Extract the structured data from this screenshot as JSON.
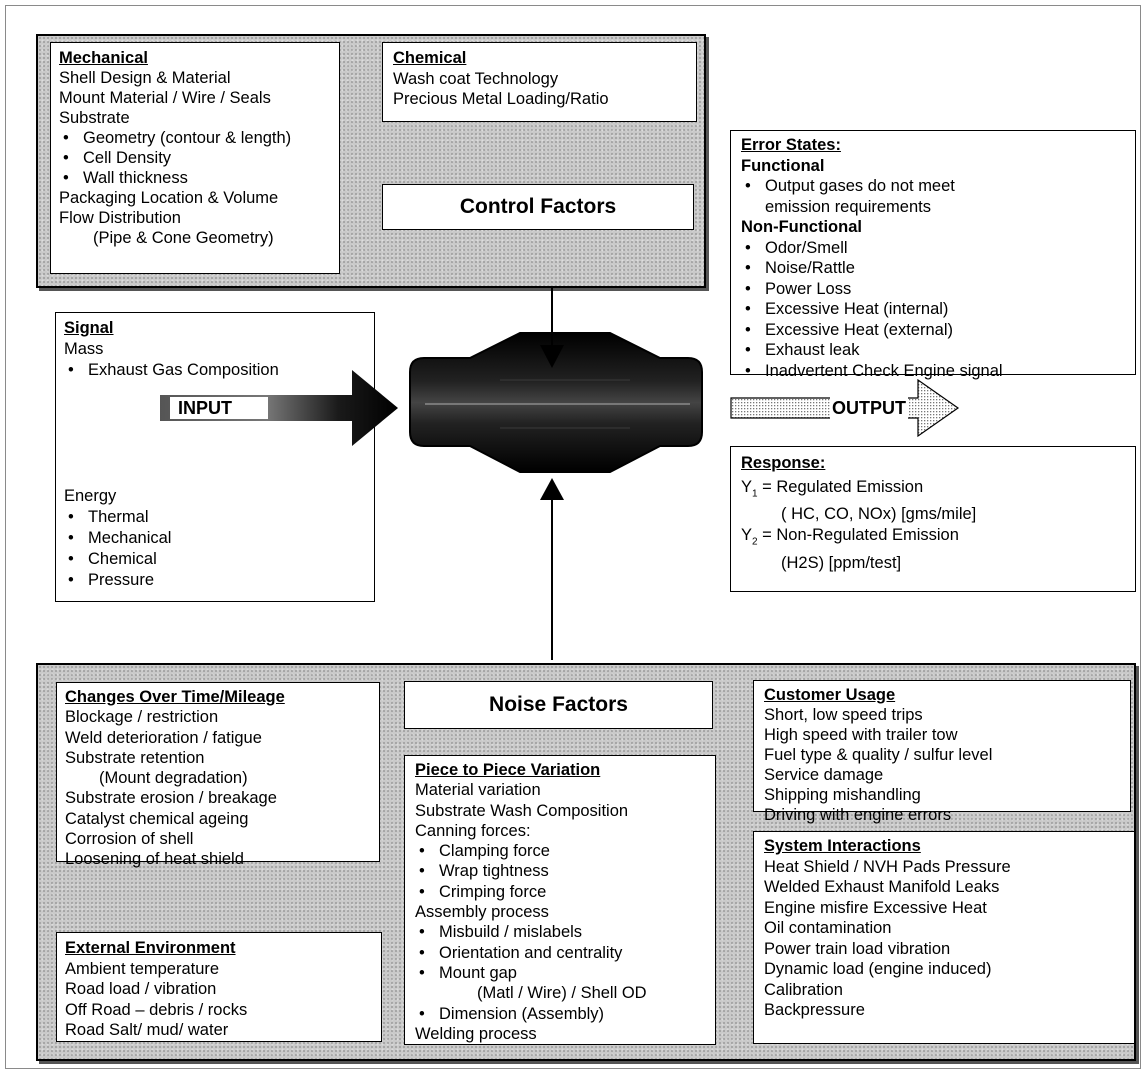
{
  "control_panel": {
    "title": "Control Factors",
    "mechanical": {
      "heading": "Mechanical",
      "lines": [
        {
          "type": "line",
          "text": "Shell Design & Material"
        },
        {
          "type": "line",
          "text": "Mount Material / Wire / Seals"
        },
        {
          "type": "line",
          "text": "Substrate"
        },
        {
          "type": "bullet",
          "text": "Geometry (contour & length)"
        },
        {
          "type": "bullet",
          "text": "Cell Density"
        },
        {
          "type": "bullet",
          "text": "Wall thickness"
        },
        {
          "type": "line",
          "text": "Packaging Location & Volume"
        },
        {
          "type": "line",
          "text": "Flow Distribution"
        },
        {
          "type": "indent",
          "text": "(Pipe & Cone Geometry)"
        }
      ]
    },
    "chemical": {
      "heading": "Chemical",
      "lines": [
        "Wash coat Technology",
        "Precious Metal Loading/Ratio"
      ]
    }
  },
  "signal": {
    "heading": "Signal",
    "mass_label": "Mass",
    "mass_items": [
      "Exhaust Gas Composition"
    ],
    "input_label": "INPUT",
    "energy_label": "Energy",
    "energy_items": [
      "Thermal",
      "Mechanical",
      "Chemical",
      "Pressure"
    ]
  },
  "errors": {
    "heading": "Error States:",
    "functional_label": "Functional",
    "functional_items": [
      {
        "type": "bullet",
        "text": "Output gases do not meet"
      },
      {
        "type": "cont",
        "text": "emission requirements"
      }
    ],
    "nonfunctional_label": "Non-Functional",
    "nonfunctional_items": [
      "Odor/Smell",
      "Noise/Rattle",
      "Power Loss",
      "Excessive Heat (internal)",
      "Excessive Heat (external)",
      "Exhaust leak",
      "Inadvertent Check Engine signal"
    ]
  },
  "output_label": "OUTPUT",
  "response": {
    "heading": "Response:",
    "y1_label": "Y",
    "y1_sub": "1",
    "y1_text": " = Regulated Emission",
    "y1_detail": "( HC, CO, NOx) [gms/mile]",
    "y2_label": "Y",
    "y2_sub": "2",
    "y2_text": " = Non-Regulated Emission",
    "y2_detail": "(H2S) [ppm/test]"
  },
  "noise_panel": {
    "title": "Noise Factors",
    "changes": {
      "heading": "Changes Over Time/Mileage",
      "lines": [
        {
          "type": "line",
          "text": "Blockage / restriction"
        },
        {
          "type": "line",
          "text": "Weld deterioration / fatigue"
        },
        {
          "type": "line",
          "text": "Substrate retention"
        },
        {
          "type": "indent",
          "text": "(Mount degradation)"
        },
        {
          "type": "line",
          "text": "Substrate erosion / breakage"
        },
        {
          "type": "line",
          "text": "Catalyst chemical ageing"
        },
        {
          "type": "line",
          "text": "Corrosion of shell"
        },
        {
          "type": "line",
          "text": "Loosening of heat shield"
        }
      ]
    },
    "external": {
      "heading": "External Environment",
      "lines": [
        "Ambient temperature",
        "Road load / vibration",
        "Off Road – debris / rocks",
        "Road Salt/ mud/ water"
      ]
    },
    "piece": {
      "heading": "Piece to Piece Variation",
      "lines": [
        {
          "type": "line",
          "text": "Material variation"
        },
        {
          "type": "line",
          "text": "Substrate Wash Composition"
        },
        {
          "type": "line",
          "text": "Canning forces:"
        },
        {
          "type": "bullet",
          "text": "Clamping force"
        },
        {
          "type": "bullet",
          "text": "Wrap tightness"
        },
        {
          "type": "bullet",
          "text": "Crimping force"
        },
        {
          "type": "line",
          "text": "Assembly process"
        },
        {
          "type": "bullet",
          "text": "Misbuild / mislabels"
        },
        {
          "type": "bullet",
          "text": "Orientation and centrality"
        },
        {
          "type": "bullet",
          "text": "Mount gap"
        },
        {
          "type": "indent2",
          "text": "(Matl / Wire) / Shell OD"
        },
        {
          "type": "bullet",
          "text": "Dimension (Assembly)"
        },
        {
          "type": "line",
          "text": "Welding process"
        }
      ]
    },
    "customer": {
      "heading": "Customer Usage",
      "lines": [
        "Short, low speed trips",
        "High speed with trailer tow",
        "Fuel type & quality / sulfur level",
        "Service damage",
        "Shipping mishandling",
        "Driving with engine errors"
      ]
    },
    "system": {
      "heading": "System Interactions",
      "lines": [
        "Heat Shield / NVH Pads Pressure",
        "Welded Exhaust Manifold Leaks",
        "Engine misfire  Excessive Heat",
        "Oil contamination",
        "Power train load  vibration",
        "Dynamic load (engine induced)",
        "Calibration",
        "Backpressure"
      ]
    }
  }
}
